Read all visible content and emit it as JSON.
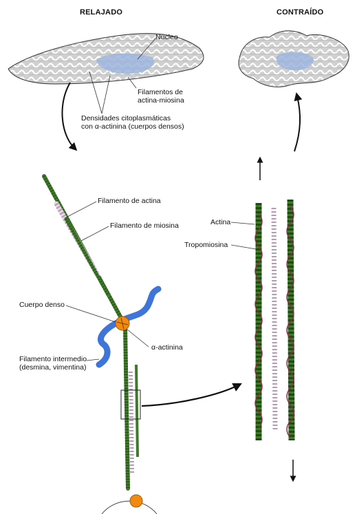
{
  "headers": {
    "relaxed": "RELAJADO",
    "contracted": "CONTRAÍDO"
  },
  "labels": {
    "nucleus": "Núcleo",
    "actin_myosin_1": "Filamentos de",
    "actin_myosin_2": "actina-miosina",
    "densities_1": "Densidades citoplasmáticas",
    "densities_2": "con α-actinina (cuerpos densos)",
    "actin_filament": "Filamento de actina",
    "myosin_filament": "Filamento de miosina",
    "dense_body": "Cuerpo denso",
    "alpha_actinin": "α-actinina",
    "intermediate_1": "Filamento intermedio",
    "intermediate_2": "(desmina, vimentina)",
    "actin": "Actina",
    "tropomyosin": "Tropomiosina"
  },
  "colors": {
    "actin": "#3f7a2a",
    "actin_dark": "#1f4a12",
    "myosin": "#e6d7e6",
    "dense_body": "#f08a10",
    "intermediate": "#3f74d8",
    "tropomyosin": "#8a2a4a",
    "nucleus": "#9db5df",
    "cell_fill": "#d9d9d9"
  }
}
